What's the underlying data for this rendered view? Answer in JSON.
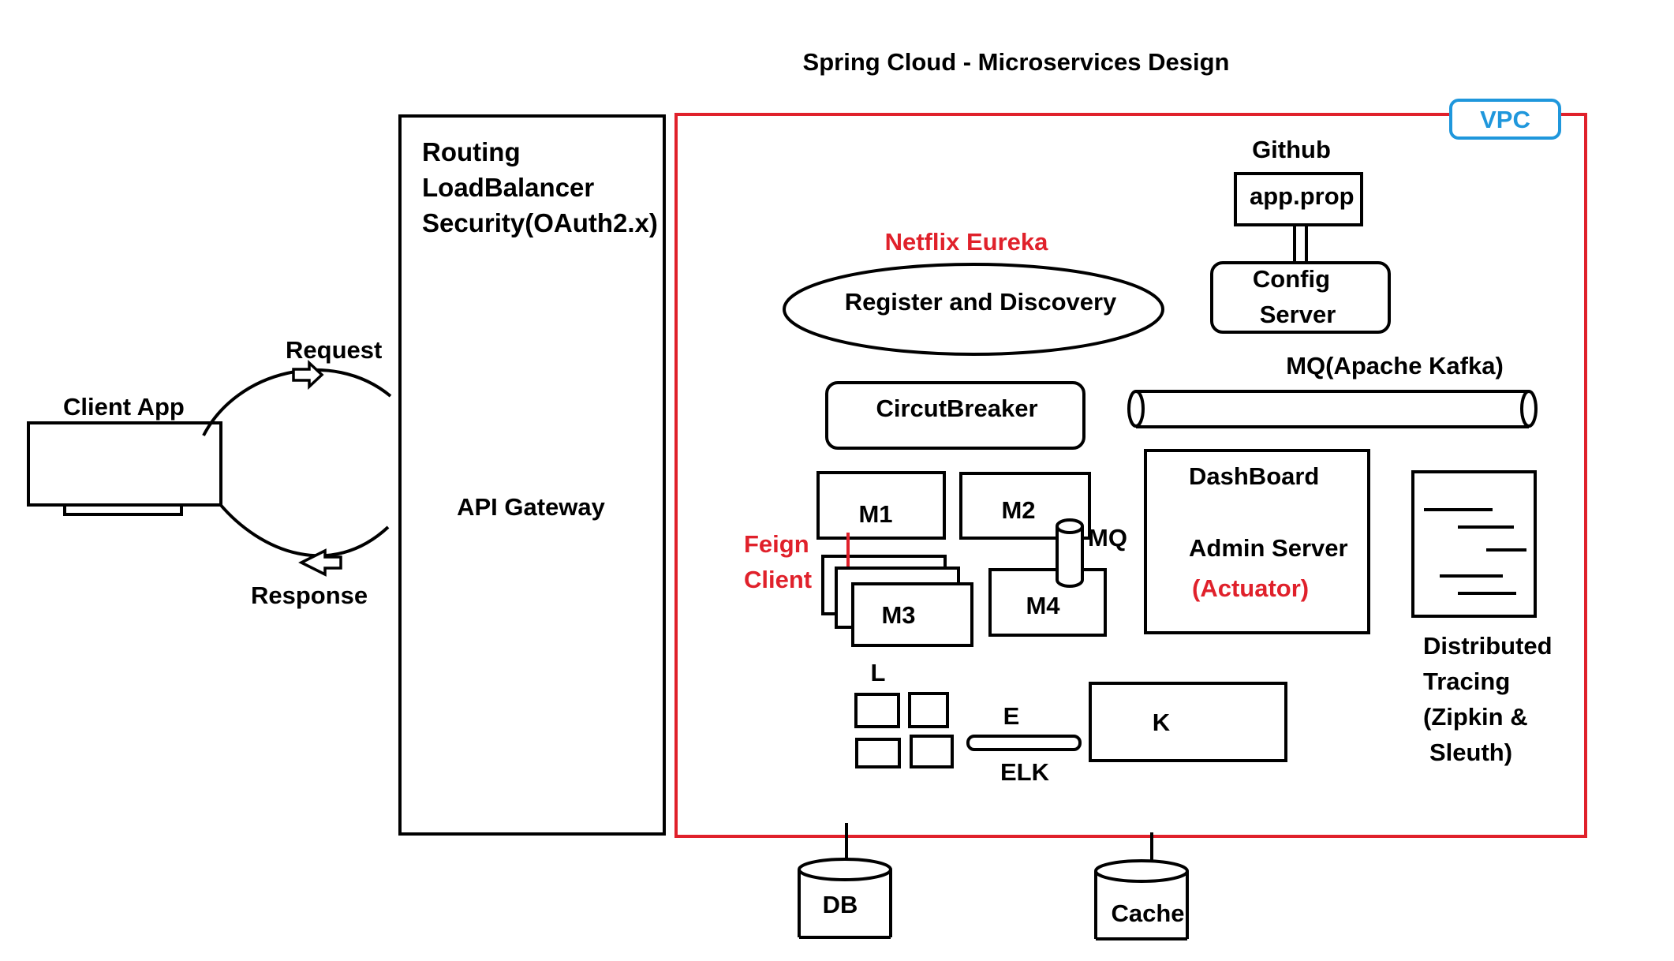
{
  "title": "Spring Cloud - Microservices Design",
  "colors": {
    "ink": "#000000",
    "vpc_border": "#e0212b",
    "vpc_label": "#1f97dc",
    "accent_text": "#e0212b"
  },
  "client": {
    "label": "Client App"
  },
  "arrows": {
    "request": "Request",
    "response": "Response"
  },
  "gateway": {
    "features": [
      "Routing",
      "LoadBalancer",
      "Security(OAuth2.x)"
    ],
    "label": "API Gateway"
  },
  "vpc": {
    "label": "VPC"
  },
  "eureka": {
    "title": "Netflix Eureka",
    "label": "Register and Discovery"
  },
  "github": {
    "title": "Github",
    "file": "app.prop"
  },
  "config_server": {
    "line1": "Config",
    "line2": "Server"
  },
  "mq": {
    "label": "MQ(Apache Kafka)",
    "small_label": "MQ"
  },
  "circuit_breaker": {
    "label": "CircutBreaker"
  },
  "services": {
    "m1": "M1",
    "m2": "M2",
    "m3": "M3",
    "m4": "M4"
  },
  "feign": {
    "line1": "Feign",
    "line2": "Client"
  },
  "dashboard": {
    "title": "DashBoard",
    "admin": "Admin Server",
    "actuator": "(Actuator)"
  },
  "tracing": {
    "lines": [
      "Distributed",
      "Tracing",
      "(Zipkin &",
      "Sleuth)"
    ]
  },
  "elk": {
    "l": "L",
    "e": "E",
    "k": "K",
    "label": "ELK"
  },
  "storage": {
    "db": "DB",
    "cache": "Cache"
  }
}
